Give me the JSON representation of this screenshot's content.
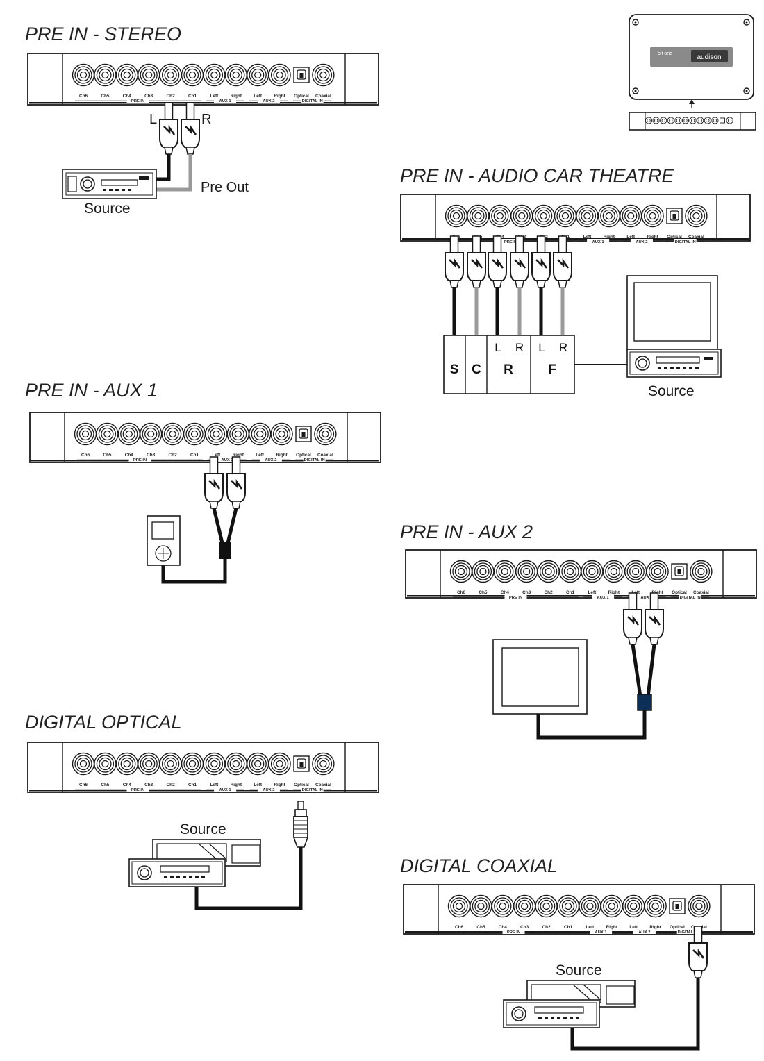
{
  "sections": {
    "stereo": {
      "title": "PRE IN - STEREO",
      "source": "Source",
      "pre_out": "Pre Out",
      "left": "L",
      "right": "R"
    },
    "theatre": {
      "title": "PRE IN - AUDIO CAR THEATRE",
      "source": "Source",
      "speakers": [
        "S",
        "C",
        "R",
        "F"
      ],
      "left": "L",
      "right": "R"
    },
    "aux1": {
      "title": "PRE IN - AUX 1"
    },
    "aux2": {
      "title": "PRE IN - AUX 2"
    },
    "optical": {
      "title": "DIGITAL OPTICAL",
      "source": "Source"
    },
    "coaxial": {
      "title": "DIGITAL COAXIAL",
      "source": "Source"
    }
  },
  "panel": {
    "ports": [
      "Ch6",
      "Ch5",
      "Ch4",
      "Ch3",
      "Ch2",
      "Ch1",
      "Left",
      "Right",
      "Left",
      "Right",
      "Optical",
      "Coaxial"
    ],
    "groups": [
      "PRE IN",
      "AUX 1",
      "AUX 2",
      "DIGITAL IN"
    ]
  },
  "device": {
    "model": "bit one",
    "brand": "audison"
  },
  "colors": {
    "line": "#1a1a1a",
    "cable_black": "#111111",
    "cable_gray": "#9a9a9a",
    "splitter_blue": "#0c2f57"
  }
}
